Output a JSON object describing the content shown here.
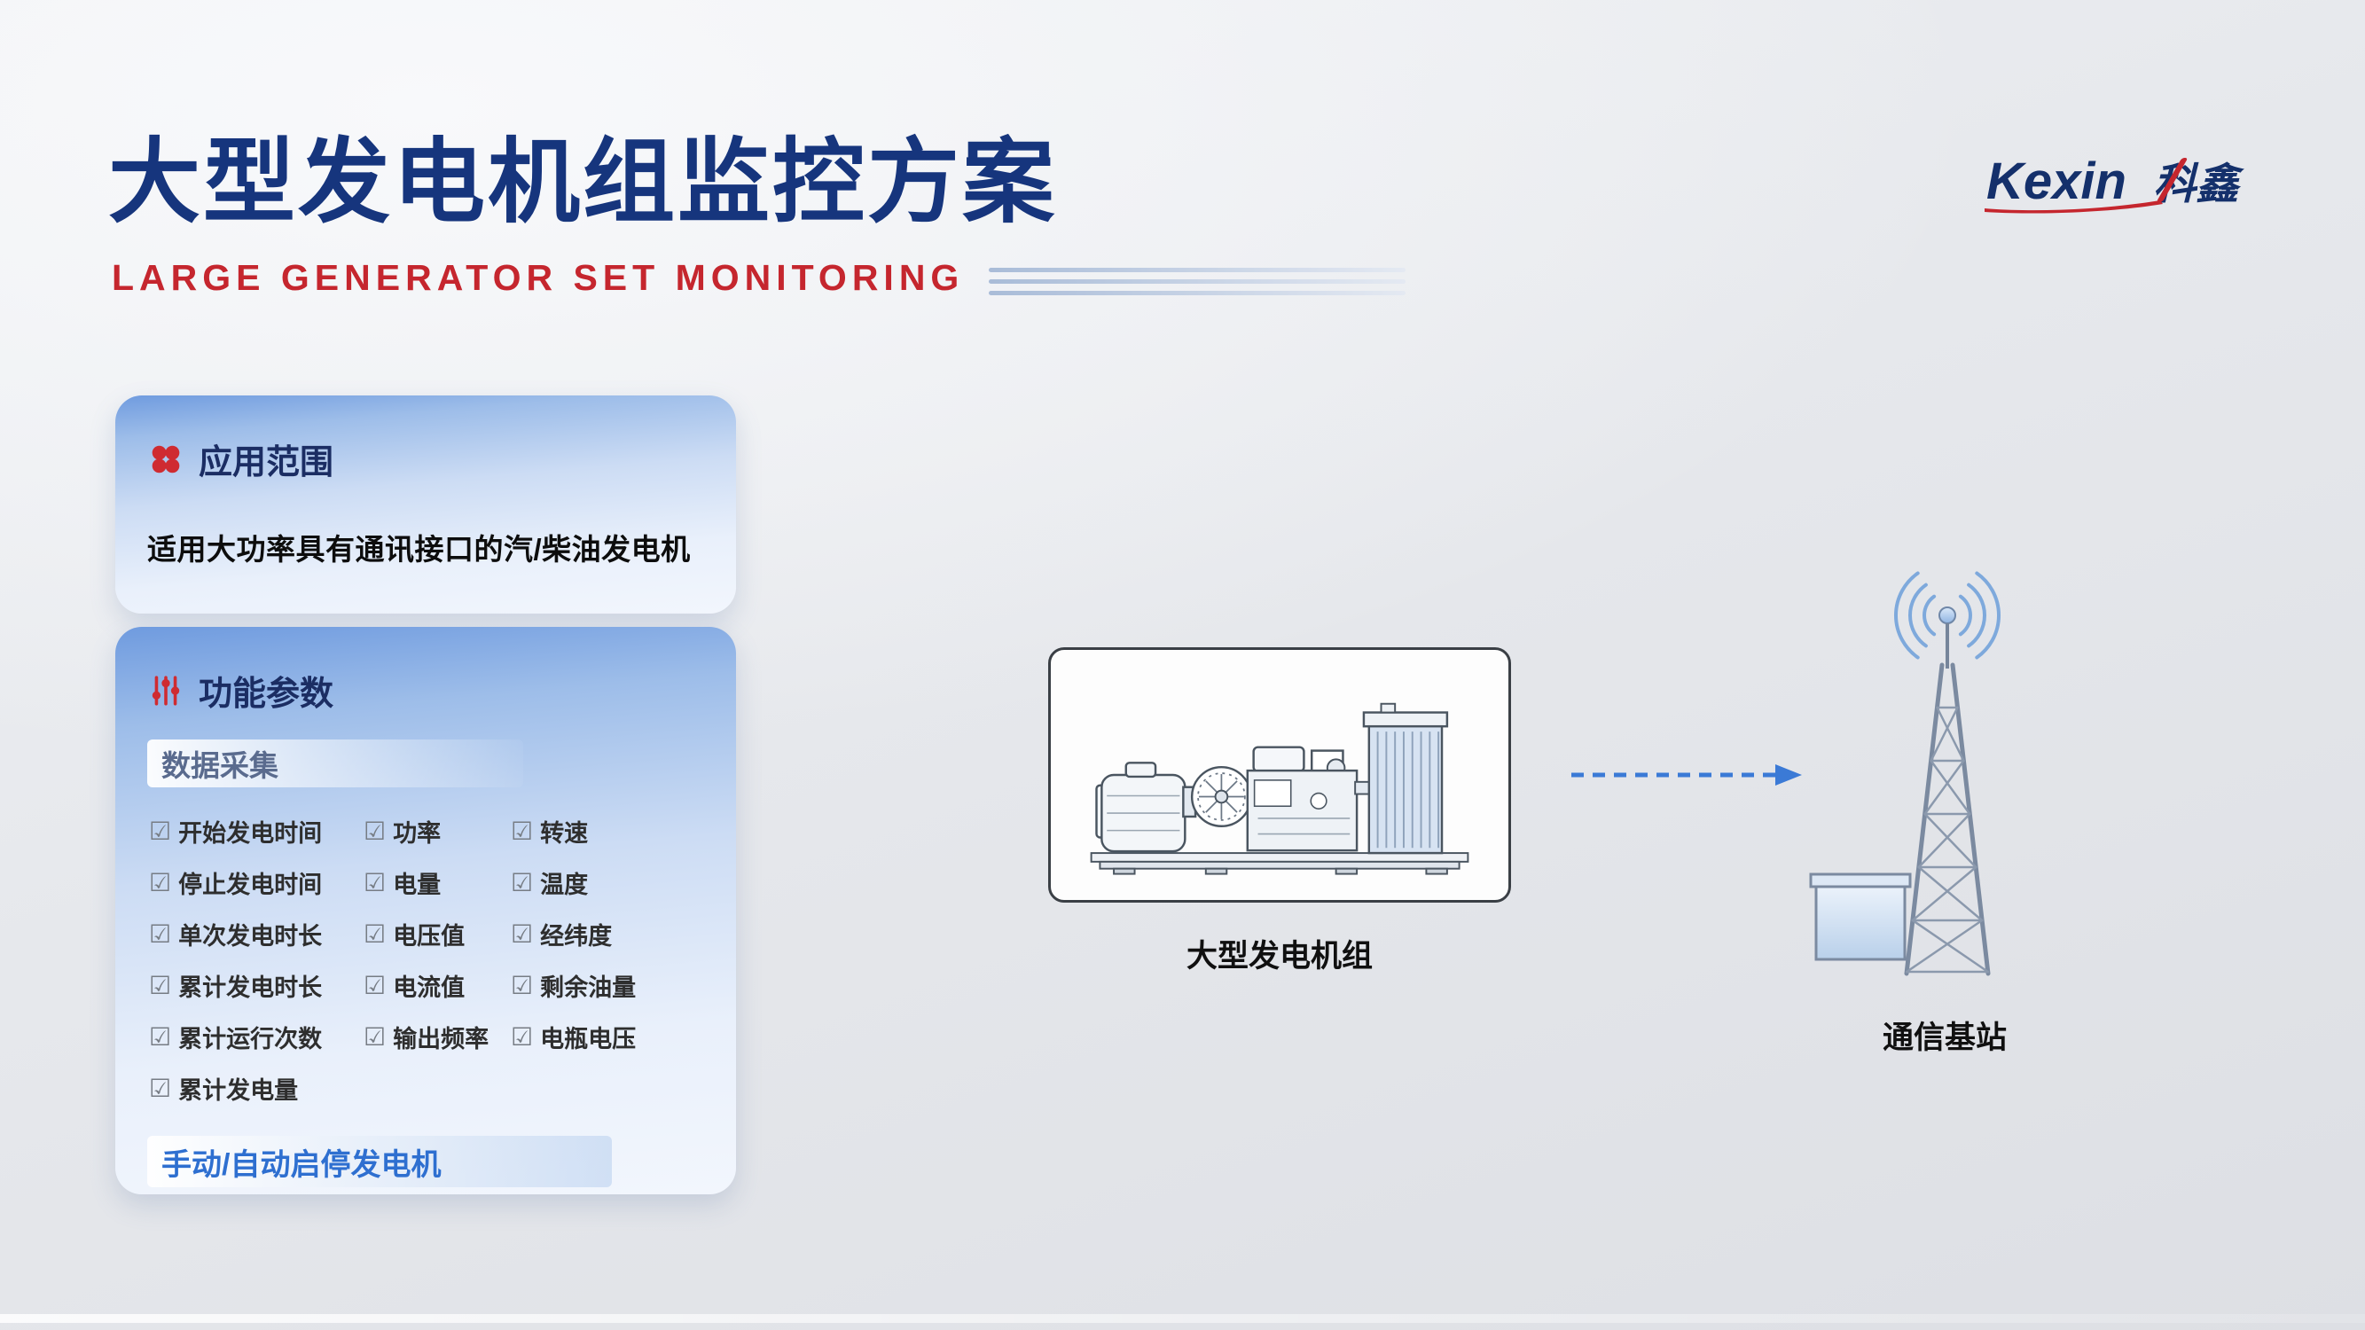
{
  "page": {
    "title": "大型发电机组监控方案",
    "subtitle": "LARGE GENERATOR SET MONITORING"
  },
  "logo": {
    "brand": "Kexin",
    "brand_cn": "科鑫"
  },
  "panels": {
    "application": {
      "heading": "应用范围",
      "body": "适用大功率具有通讯接口的汽/柴油发电机"
    },
    "parameters": {
      "heading": "功能参数",
      "data_collection_label": "数据采集",
      "checklist": [
        "开始发电时间",
        "功率",
        "转速",
        "停止发电时间",
        "电量",
        "温度",
        "单次发电时长",
        "电压值",
        "经纬度",
        "累计发电时长",
        "电流值",
        "剩余油量",
        "累计运行次数",
        "输出频率",
        "电瓶电压",
        "累计发电量"
      ],
      "manual_auto_label": "手动/自动启停发电机"
    }
  },
  "diagram": {
    "generator_label": "大型发电机组",
    "station_label": "通信基站"
  },
  "icons": {
    "checkbox": "☑"
  },
  "colors": {
    "title_blue": "#16357d",
    "accent_red": "#c5262e",
    "panel_blue": "#6f9bdf",
    "link_blue": "#2e6fd0"
  }
}
